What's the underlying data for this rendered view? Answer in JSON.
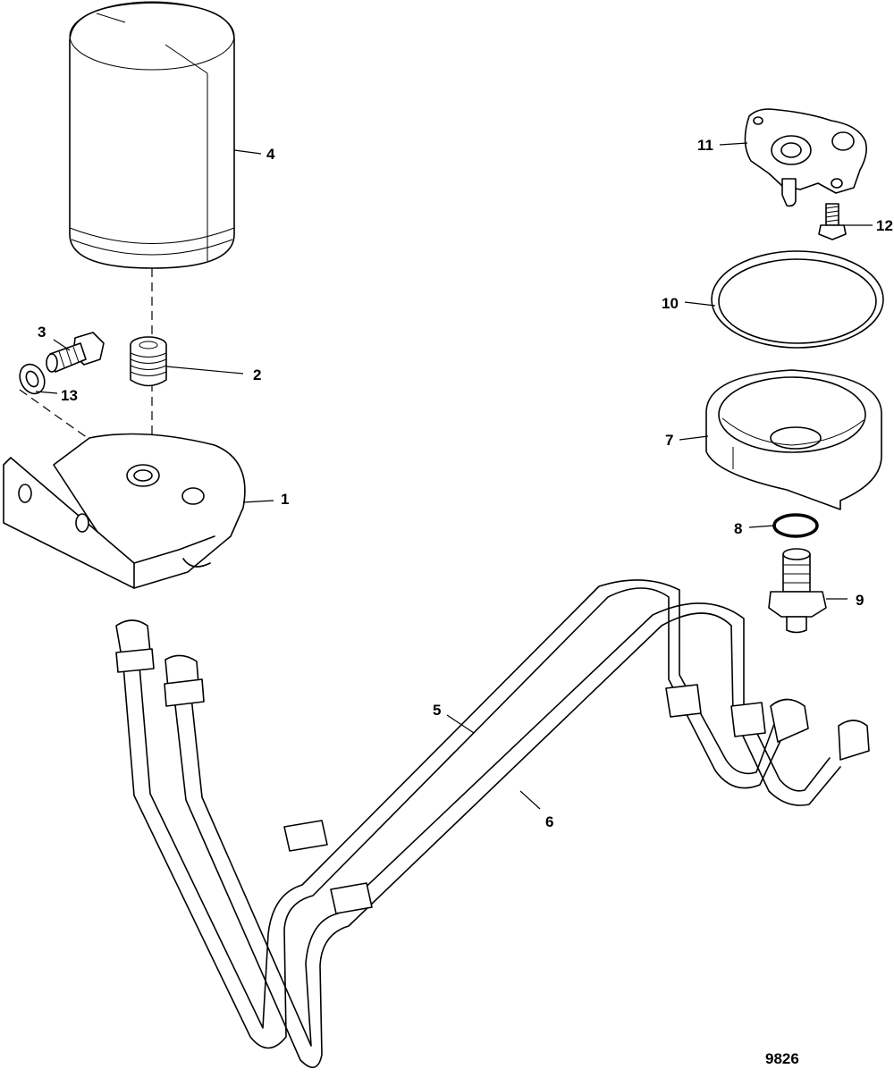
{
  "figure_id": "9826",
  "callouts": [
    {
      "part": "oil-filter",
      "label": "4"
    },
    {
      "part": "adapter-fitting",
      "label": "2"
    },
    {
      "part": "screw",
      "label": "3"
    },
    {
      "part": "washer",
      "label": "13"
    },
    {
      "part": "mounting-bracket",
      "label": "1"
    },
    {
      "part": "filter-cap",
      "label": "11"
    },
    {
      "part": "cap-screw",
      "label": "12"
    },
    {
      "part": "seal-ring",
      "label": "10"
    },
    {
      "part": "filter-housing",
      "label": "7"
    },
    {
      "part": "o-ring",
      "label": "8"
    },
    {
      "part": "hose-fitting",
      "label": "9"
    },
    {
      "part": "hose-upper",
      "label": "5"
    },
    {
      "part": "hose-lower",
      "label": "6"
    }
  ]
}
